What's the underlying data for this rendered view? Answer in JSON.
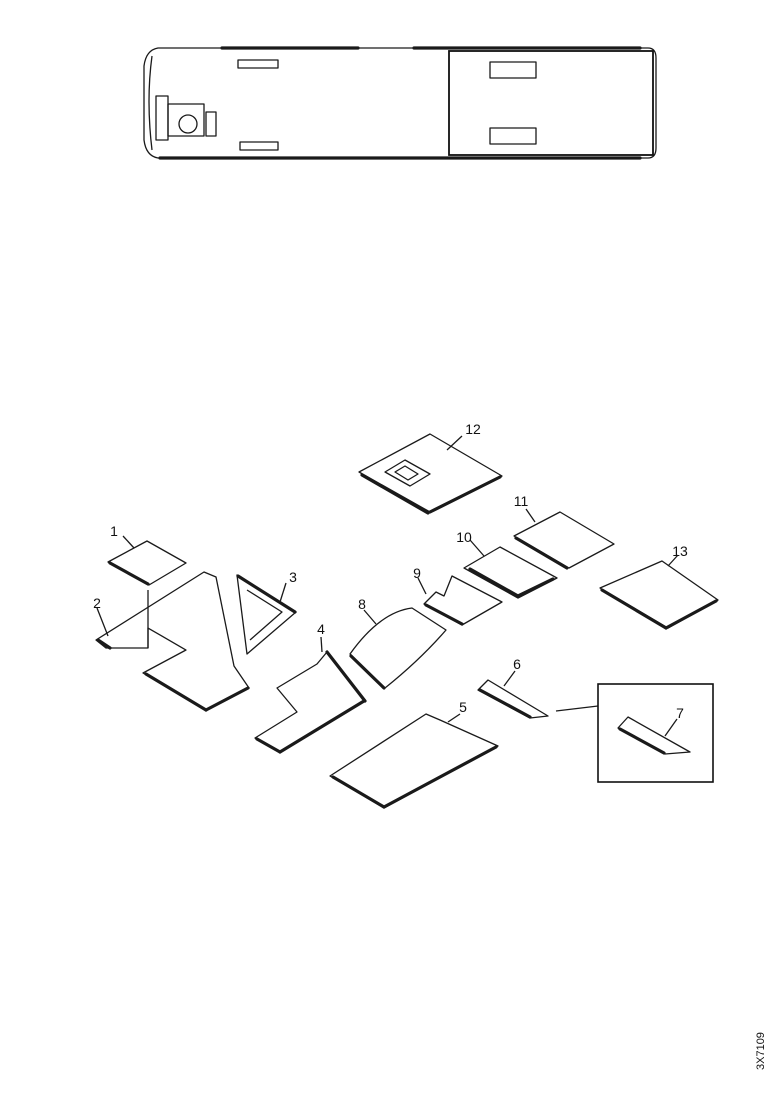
{
  "callouts": [
    {
      "n": "1",
      "text": "1"
    },
    {
      "n": "2",
      "text": "2"
    },
    {
      "n": "3",
      "text": "3"
    },
    {
      "n": "4",
      "text": "4"
    },
    {
      "n": "5",
      "text": "5"
    },
    {
      "n": "6",
      "text": "6"
    },
    {
      "n": "7",
      "text": "7"
    },
    {
      "n": "8",
      "text": "8"
    },
    {
      "n": "9",
      "text": "9"
    },
    {
      "n": "10",
      "text": "10"
    },
    {
      "n": "11",
      "text": "11"
    },
    {
      "n": "12",
      "text": "12"
    },
    {
      "n": "13",
      "text": "13"
    }
  ],
  "reference_code": "3X7109"
}
